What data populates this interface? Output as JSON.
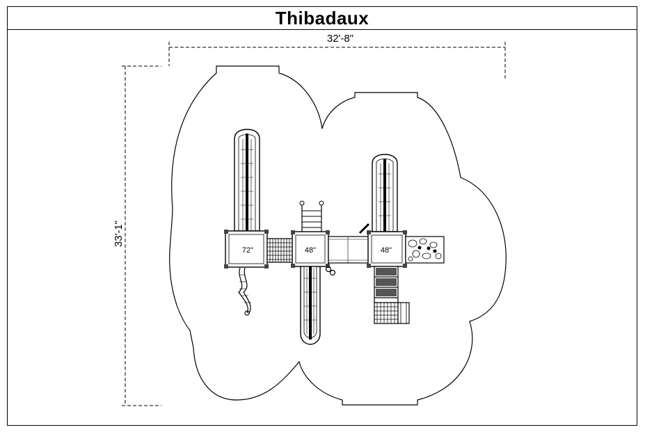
{
  "title": "Thibadaux",
  "dimensions": {
    "width": "32'-8\"",
    "depth": "33'-1\""
  },
  "decks": [
    {
      "id": "left",
      "height": "72\""
    },
    {
      "id": "center",
      "height": "48\""
    },
    {
      "id": "right",
      "height": "48\""
    }
  ]
}
